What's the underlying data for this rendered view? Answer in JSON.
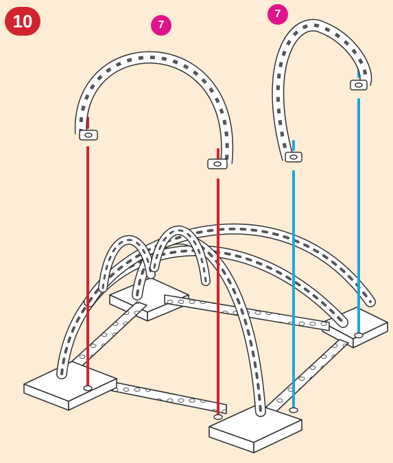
{
  "step": {
    "number": "10"
  },
  "parts": [
    {
      "quantity": "7"
    },
    {
      "quantity": "7"
    }
  ],
  "colors": {
    "background": "#fdecd6",
    "step_badge": "#d1242f",
    "quantity_badge": "#e2138a",
    "guide_red": "#d1242f",
    "guide_blue": "#1ea7dc",
    "outline": "#333333",
    "part_fill": "#ffffff"
  },
  "icons": [
    "curved-arch-piece-icon",
    "arch-frame-assembly-icon",
    "connector-peg-icon"
  ]
}
